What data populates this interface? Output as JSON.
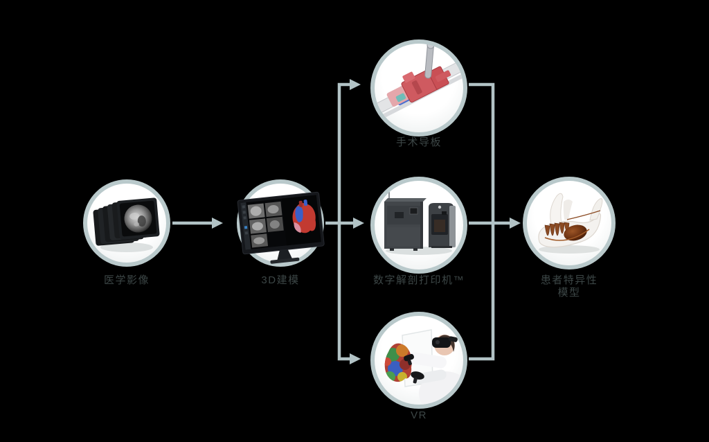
{
  "diagram": {
    "background_color": "#000000",
    "line_color": "#b2c3c6",
    "ring_color": "#b9c9cb",
    "label_color": "#3c4646",
    "nodes": [
      {
        "id": "medical-imaging",
        "label": "医学影像",
        "icon": "ct-scan-stack-icon"
      },
      {
        "id": "modeling-software",
        "label": "3D建模",
        "icon": "segmentation-monitor-icon"
      },
      {
        "id": "surgical-guide",
        "label": "手术导板",
        "icon": "surgical-guide-icon"
      },
      {
        "id": "printer",
        "label": "数字解剖打印机™",
        "icon": "printer-3d-icon"
      },
      {
        "id": "vr",
        "label": "VR",
        "icon": "vr-user-icon"
      },
      {
        "id": "anatomical-model",
        "label": "患者特异性",
        "label_line2": "模型",
        "icon": "jaw-model-icon"
      }
    ]
  }
}
